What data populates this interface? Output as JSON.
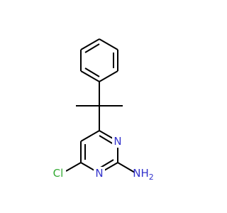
{
  "diagram": {
    "atoms": [
      {
        "id": "N1",
        "label": "N",
        "color": "#3333cc"
      },
      {
        "id": "N3",
        "label": "N",
        "color": "#3333cc"
      },
      {
        "id": "Cl",
        "label": "Cl",
        "color": "#33aa33"
      },
      {
        "id": "NH2",
        "label": "NH",
        "subscript": "2",
        "color": "#3333cc"
      }
    ],
    "bond_color": "#000000"
  }
}
